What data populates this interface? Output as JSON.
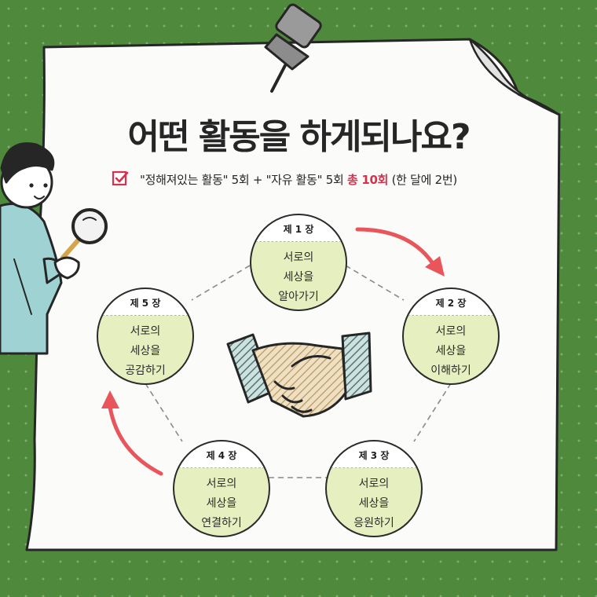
{
  "title": "어떤 활동을 하게되나요?",
  "subtitle": {
    "main": "\"정해져있는 활동\" 5회 + \"자유 활동\" 5회",
    "highlight": "총 10회",
    "tail": "(한 달에 2번)"
  },
  "icons": {
    "check": "checkbox-checked-icon",
    "pin": "push-pin-icon",
    "center": "handshake-icon",
    "character": "person-with-magnifier-icon"
  },
  "colors": {
    "background": "#4f8a3c",
    "circle_fill": "#e6efbf",
    "accent": "#d6324b",
    "arrow": "#e8565c"
  },
  "stages": [
    {
      "title": "제 1 장",
      "lines": [
        "서로의",
        "세상을",
        "알아가기"
      ]
    },
    {
      "title": "제 2 장",
      "lines": [
        "서로의",
        "세상을",
        "이해하기"
      ]
    },
    {
      "title": "제 3 장",
      "lines": [
        "서로의",
        "세상을",
        "응원하기"
      ]
    },
    {
      "title": "제 4 장",
      "lines": [
        "서로의",
        "세상을",
        "연결하기"
      ]
    },
    {
      "title": "제 5 장",
      "lines": [
        "서로의",
        "세상을",
        "공감하기"
      ]
    }
  ]
}
